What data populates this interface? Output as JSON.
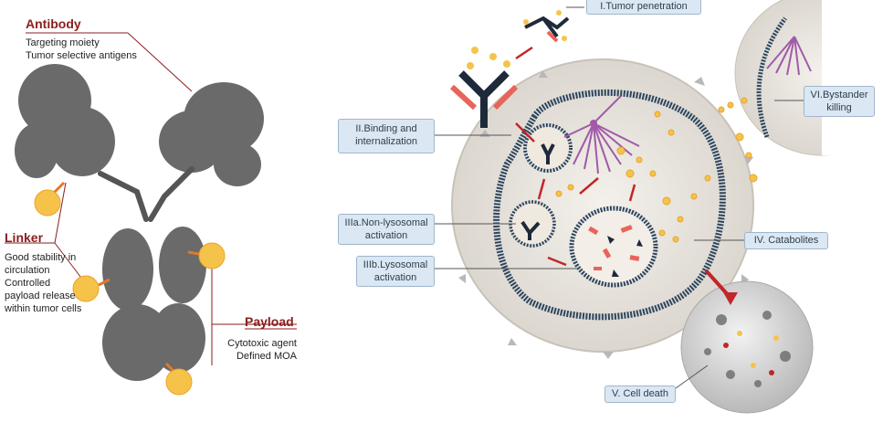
{
  "left_panel": {
    "antibody": {
      "title": "Antibody",
      "line1": "Targeting moiety",
      "line2": "Tumor selective antigens"
    },
    "linker": {
      "title": "Linker",
      "lines": [
        "Good stability in",
        "circulation",
        "Controlled",
        "payload release",
        "within tumor cells"
      ]
    },
    "payload": {
      "title": "Payload",
      "line1": "Cytotoxic agent",
      "line2": "Defined MOA"
    }
  },
  "right_panel": {
    "steps": {
      "tumor_penetration": "I.Tumor penetration",
      "binding_line1": "II.Binding and",
      "binding_line2": "internalization",
      "nonlyso_line1": "IIIa.Non-lysosomal",
      "nonlyso_line2": "activation",
      "lyso_line1": "IIIb.Lysosomal",
      "lyso_line2": "activation",
      "catabolites": "IV. Catabolites",
      "bystander_line1": "VI.Bystander",
      "bystander_line2": "killing",
      "cell_death": "V. Cell death"
    }
  },
  "colors": {
    "heading": "#8b1d1d",
    "callout_fill": "#dbe7f2",
    "payload": "#f6c34a",
    "membrane": "#2c4660",
    "microtubule": "#a05aa8",
    "arrow": "#c0262b"
  }
}
